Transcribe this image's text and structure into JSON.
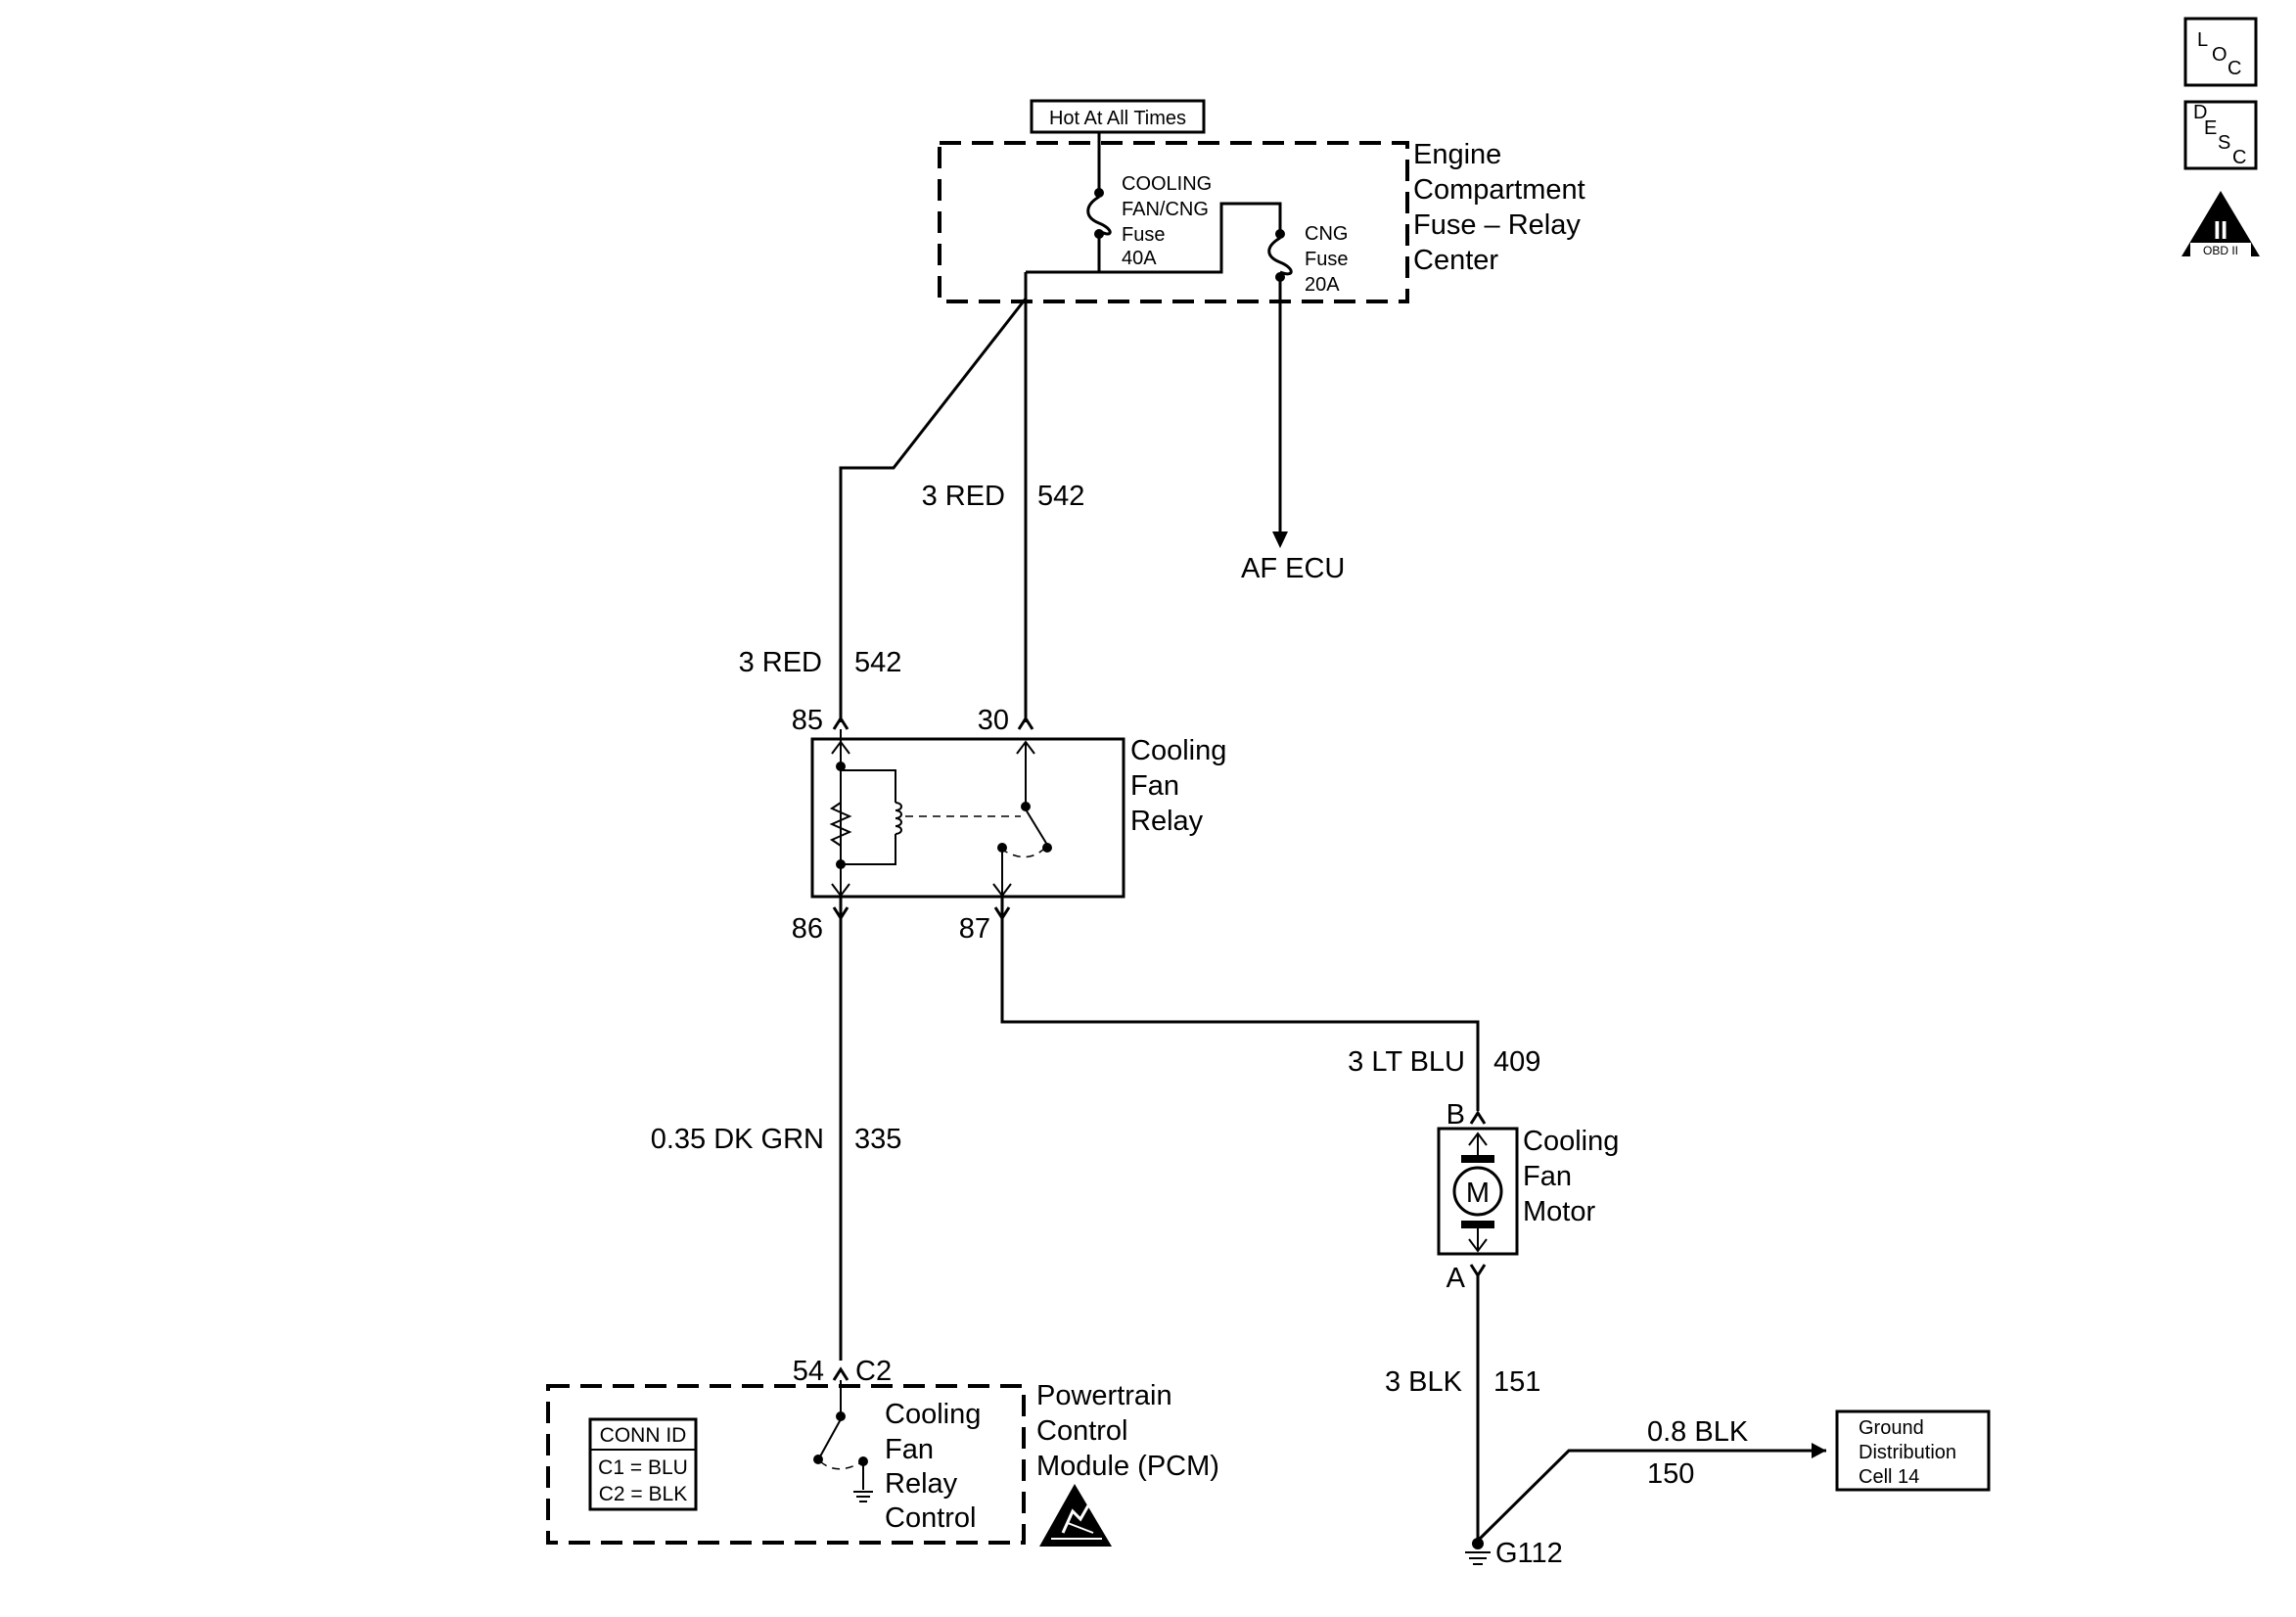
{
  "header": {
    "hot_at_all_times": "Hot At All Times"
  },
  "fuse_relay_center": {
    "label_lines": [
      "Engine",
      "Compartment",
      "Fuse – Relay",
      "Center"
    ],
    "fuse_cooling": [
      "COOLING",
      "FAN/CNG",
      "Fuse",
      "40A"
    ],
    "fuse_cng": [
      "CNG",
      "Fuse",
      "20A"
    ]
  },
  "destinations": {
    "af_ecu": "AF ECU"
  },
  "wires": {
    "upper_red": {
      "gauge_color": "3 RED",
      "circuit": "542"
    },
    "left_red": {
      "gauge_color": "3 RED",
      "circuit": "542"
    },
    "relay_control": {
      "gauge_color": "0.35 DK GRN",
      "circuit": "335"
    },
    "motor_feed": {
      "gauge_color": "3 LT BLU",
      "circuit": "409"
    },
    "motor_ground": {
      "gauge_color": "3 BLK",
      "circuit": "151"
    },
    "ground_dist": {
      "gauge_color": "0.8 BLK",
      "circuit": "150"
    }
  },
  "relay": {
    "label_lines": [
      "Cooling",
      "Fan",
      "Relay"
    ],
    "pin_85": "85",
    "pin_30": "30",
    "pin_86": "86",
    "pin_87": "87"
  },
  "motor": {
    "label_lines": [
      "Cooling",
      "Fan",
      "Motor"
    ],
    "symbol": "M",
    "pin_b": "B",
    "pin_a": "A"
  },
  "pcm": {
    "pin": "54",
    "connector": "C2",
    "label_lines": [
      "Powertrain",
      "Control",
      "Module (PCM)"
    ],
    "control_lines": [
      "Cooling",
      "Fan",
      "Relay",
      "Control"
    ],
    "conn_id_title": "CONN ID",
    "conn_id_rows": [
      "C1 = BLU",
      "C2 = BLK"
    ]
  },
  "ground": {
    "id": "G112",
    "distribution_lines": [
      "Ground",
      "Distribution",
      "Cell 14"
    ]
  },
  "side_icons": {
    "loc": [
      "L",
      "O",
      "C"
    ],
    "desc": [
      "D",
      "E",
      "S",
      "C"
    ],
    "obd_numeral": "II",
    "obd_label": "OBD II"
  }
}
